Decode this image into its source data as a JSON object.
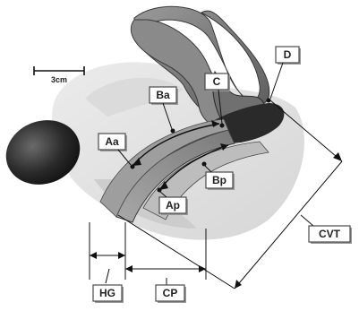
{
  "diagram": {
    "scale_bar_label": "3cm",
    "labels": {
      "Aa": "Aa",
      "Ba": "Ba",
      "C": "C",
      "D": "D",
      "Ap": "Ap",
      "Bp": "Bp",
      "CVT": "CVT",
      "HG": "HG",
      "CP": "CP"
    }
  }
}
